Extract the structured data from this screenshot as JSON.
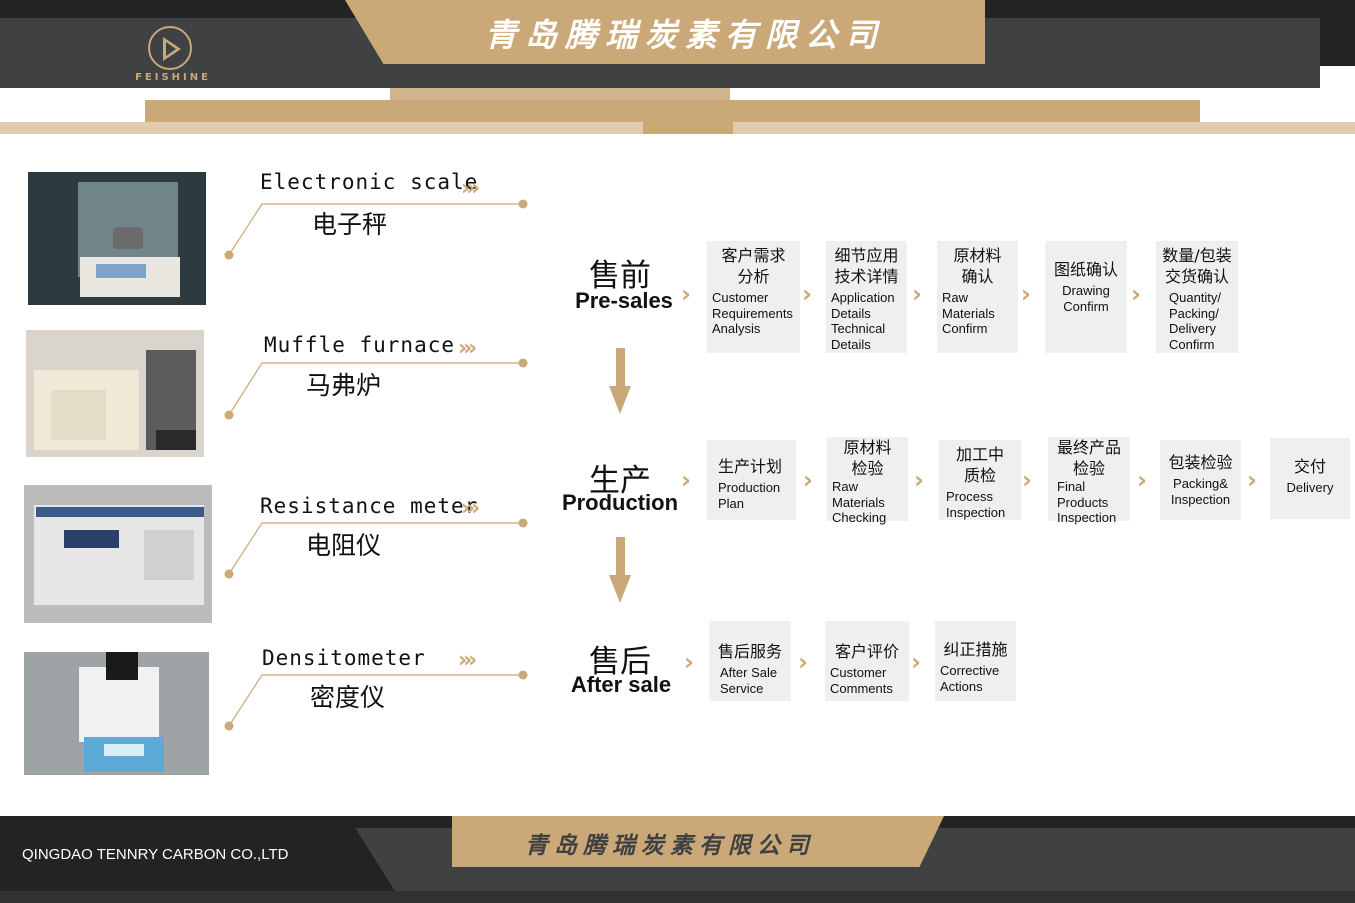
{
  "header": {
    "brand": "FEISHINE",
    "company_cn": "青岛腾瑞炭素有限公司"
  },
  "equipment": [
    {
      "en": "Electronic scale",
      "cn": "电子秤"
    },
    {
      "en": "Muffle furnace",
      "cn": "马弗炉"
    },
    {
      "en": "Resistance meter",
      "cn": "电阻仪"
    },
    {
      "en": "Densitometer",
      "cn": "密度仪"
    }
  ],
  "chevron": "›››",
  "arrow": "›",
  "presales": {
    "cn": "售前",
    "en": "Pre-sales",
    "steps": [
      {
        "cn": "客户需求\n分析",
        "en": "Customer\nRequirements\nAnalysis"
      },
      {
        "cn": "细节应用\n技术详情",
        "en": "Application\nDetails\nTechnical\nDetails"
      },
      {
        "cn": "原材料\n确认",
        "en": "Raw\nMaterials\nConfirm"
      },
      {
        "cn": "图纸确认",
        "en": "Drawing\nConfirm"
      },
      {
        "cn": "数量/包装\n交货确认",
        "en": "Quantity/\nPacking/\nDelivery\nConfirm"
      }
    ]
  },
  "production": {
    "cn": "生产",
    "en": "Production",
    "steps": [
      {
        "cn": "生产计划",
        "en": "Production\nPlan"
      },
      {
        "cn": "原材料\n检验",
        "en": "Raw\nMaterials\nChecking"
      },
      {
        "cn": "加工中\n质检",
        "en": "Process\nInspection"
      },
      {
        "cn": "最终产品\n检验",
        "en": "Final\nProducts\nInspection"
      },
      {
        "cn": "包装检验",
        "en": "Packing&\nInspection"
      },
      {
        "cn": "交付",
        "en": "Delivery"
      }
    ]
  },
  "aftersale": {
    "cn": "售后",
    "en": "After sale",
    "steps": [
      {
        "cn": "售后服务",
        "en": "After Sale\nService"
      },
      {
        "cn": "客户评价",
        "en": "Customer\nComments"
      },
      {
        "cn": "纠正措施",
        "en": "Corrective\nActions"
      }
    ]
  },
  "footer": {
    "company_en": "QINGDAO TENNRY CARBON CO.,LTD",
    "company_cn": "青岛腾瑞炭素有限公司"
  },
  "colors": {
    "gold": "#caa878",
    "dark": "#3f4143",
    "black": "#232323"
  }
}
